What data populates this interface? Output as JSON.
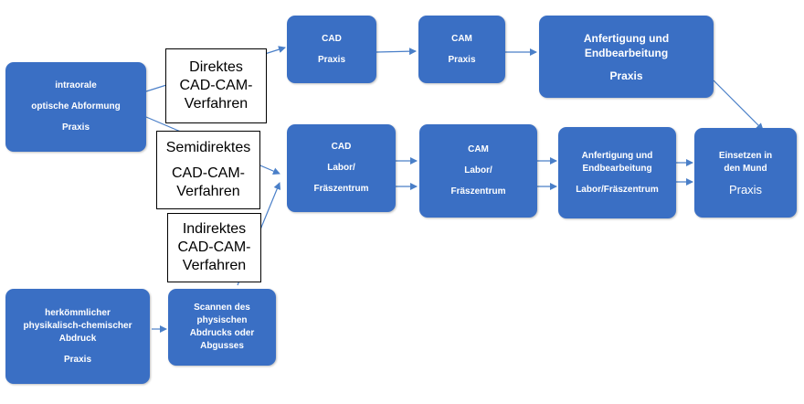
{
  "nodes": {
    "intraoral": {
      "line1": "intraorale",
      "line2": "optische Abformung",
      "location": "Praxis"
    },
    "conventional": {
      "line1": "herkömmlicher",
      "line2": "physikalisch-chemischer",
      "line3": "Abdruck",
      "location": "Praxis"
    },
    "scan": {
      "line1": "Scannen des",
      "line2": "physischen",
      "line3": "Abdrucks oder",
      "line4": "Abgusses"
    },
    "cad_praxis": {
      "title": "CAD",
      "location": "Praxis"
    },
    "cam_praxis": {
      "title": "CAM",
      "location": "Praxis"
    },
    "fab_praxis": {
      "line1": "Anfertigung und",
      "line2": "Endbearbeitung",
      "location": "Praxis"
    },
    "cad_labor": {
      "title": "CAD",
      "line1": "Labor/",
      "line2": "Fräszentrum"
    },
    "cam_labor": {
      "title": "CAM",
      "line1": "Labor/",
      "line2": "Fräszentrum"
    },
    "fab_labor": {
      "line1": "Anfertigung und",
      "line2": "Endbearbeitung",
      "location": "Labor/Fräszentrum"
    },
    "insert": {
      "line1": "Einsetzen in",
      "line2": "den Mund",
      "location": "Praxis"
    }
  },
  "labels": {
    "direct": {
      "line1": "Direktes",
      "line2": "CAD-CAM-",
      "line3": "Verfahren"
    },
    "semidirect": {
      "line1": "Semidirektes",
      "line2": "CAD-CAM-",
      "line3": "Verfahren"
    },
    "indirect": {
      "line1": "Indirektes",
      "line2": "CAD-CAM-",
      "line3": "Verfahren"
    }
  },
  "colors": {
    "node_fill": "#3a6fc4",
    "arrow": "#4a7fc8",
    "label_border": "#000000"
  }
}
